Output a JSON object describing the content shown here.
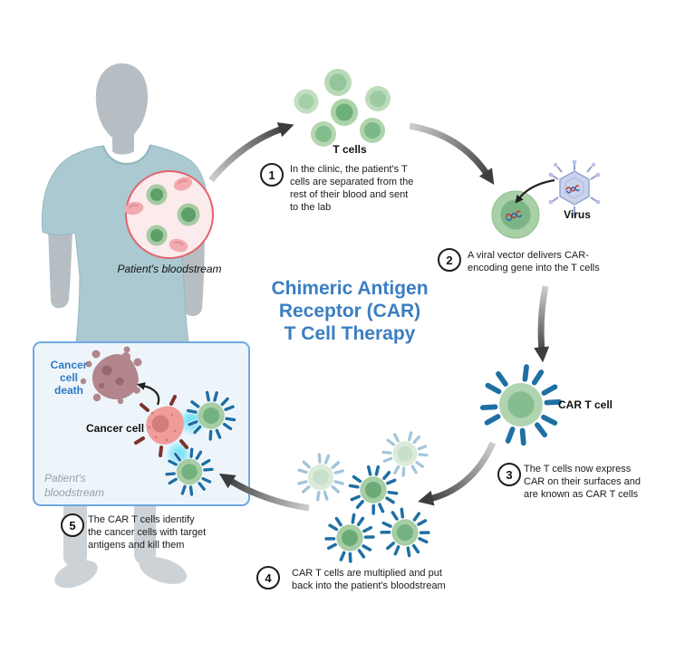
{
  "title": {
    "text": "Chimeric Antigen\nReceptor (CAR)\nT Cell Therapy",
    "color": "#3a7ec2"
  },
  "patient": {
    "bloodstream_label": "Patient's bloodstream"
  },
  "cells": {
    "t_cells_label": "T cells",
    "virus_label": "Virus",
    "car_t_cell_label": "CAR T cell"
  },
  "box": {
    "cancer_cell_death_label": "Cancer\ncell\ndeath",
    "cancer_cell_label": "Cancer cell",
    "bloodstream_label": "Patient's\nbloodstream"
  },
  "steps": [
    {
      "num": "1",
      "text": "In the clinic, the patient's T\ncells are separated from the\nrest of their blood and sent\nto the lab"
    },
    {
      "num": "2",
      "text": "A viral vector delivers CAR-\nencoding gene into the T cells"
    },
    {
      "num": "3",
      "text": "The T cells now express\nCAR on their surfaces and\nare known as CAR T cells"
    },
    {
      "num": "4",
      "text": "CAR T cells are multiplied and put\nback into the patient's bloodstream"
    },
    {
      "num": "5",
      "text": "The CAR T cells identify\nthe cancer cells with target\nantigens and kill them"
    }
  ],
  "colors": {
    "title_blue": "#3a7ec2",
    "box_border_blue": "#70a8e0",
    "box_fill": "#edf5fb",
    "receptor_blue": "#1f6fa3",
    "cell_body_green": "#a6cda3",
    "cell_nucleus_green": "#74b180",
    "cancer_cell_pink": "#f09c9a",
    "dead_cell_mauve": "#b2868c",
    "glow_cyan": "#72e2f8",
    "bloodstream_ring_red": "#e2636b",
    "rbc_pink": "#f1abb0",
    "virus_lavender": "#cbd3ec",
    "arrow_dark": "#3d3d3d",
    "scrubs_teal": "#abc9d1",
    "skin_gray": "#b6bec3"
  }
}
